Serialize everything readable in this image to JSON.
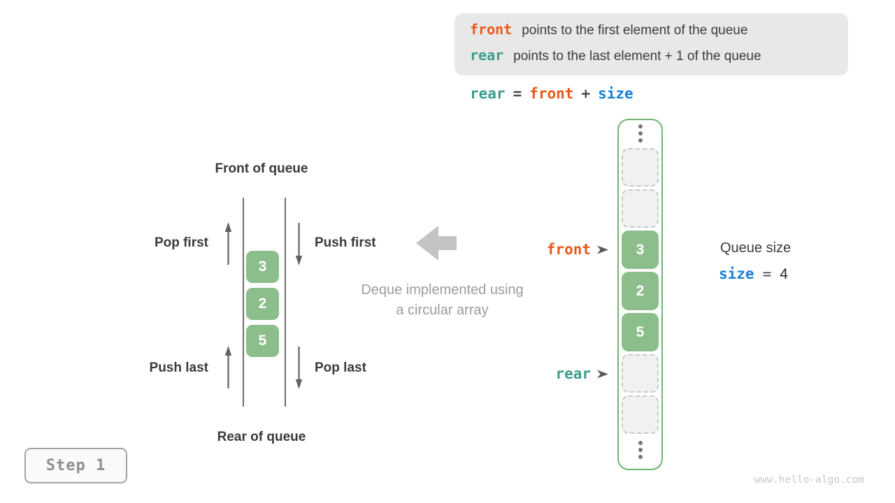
{
  "info_box": {
    "lines": [
      {
        "keyword": "front",
        "text": "points to the first element of the queue"
      },
      {
        "keyword": "rear",
        "text": "points to the last element + 1 of the queue"
      }
    ]
  },
  "formula": {
    "rear": "rear",
    "eq": "=",
    "front": "front",
    "plus": "+",
    "size": "size"
  },
  "deque": {
    "front_label": "Front of queue",
    "rear_label": "Rear of queue",
    "pop_first": "Pop first",
    "push_first": "Push first",
    "push_last": "Push last",
    "pop_last": "Pop last",
    "values": [
      "3",
      "2",
      "5"
    ]
  },
  "caption": {
    "line1": "Deque implemented using",
    "line2": "a circular array"
  },
  "array": {
    "front_pointer": "front",
    "rear_pointer": "rear",
    "cells": [
      {
        "type": "empty"
      },
      {
        "type": "empty"
      },
      {
        "type": "value",
        "value": "3"
      },
      {
        "type": "value",
        "value": "2"
      },
      {
        "type": "value",
        "value": "5"
      },
      {
        "type": "empty"
      },
      {
        "type": "empty"
      }
    ]
  },
  "queue_size": {
    "label": "Queue size",
    "var": "size",
    "eq": "=",
    "value": "4"
  },
  "step": {
    "label": "Step 1"
  },
  "watermark": "www.hello-algo.com",
  "colors": {
    "front_orange": "#e8591c",
    "rear_teal": "#3c9c8c",
    "size_blue": "#1b7fd4",
    "cell_green": "#8cbe8c",
    "array_border_green": "#6fb56f",
    "legend_bg": "#e8e8e8",
    "big_arrow_gray": "#c4c4c4"
  }
}
